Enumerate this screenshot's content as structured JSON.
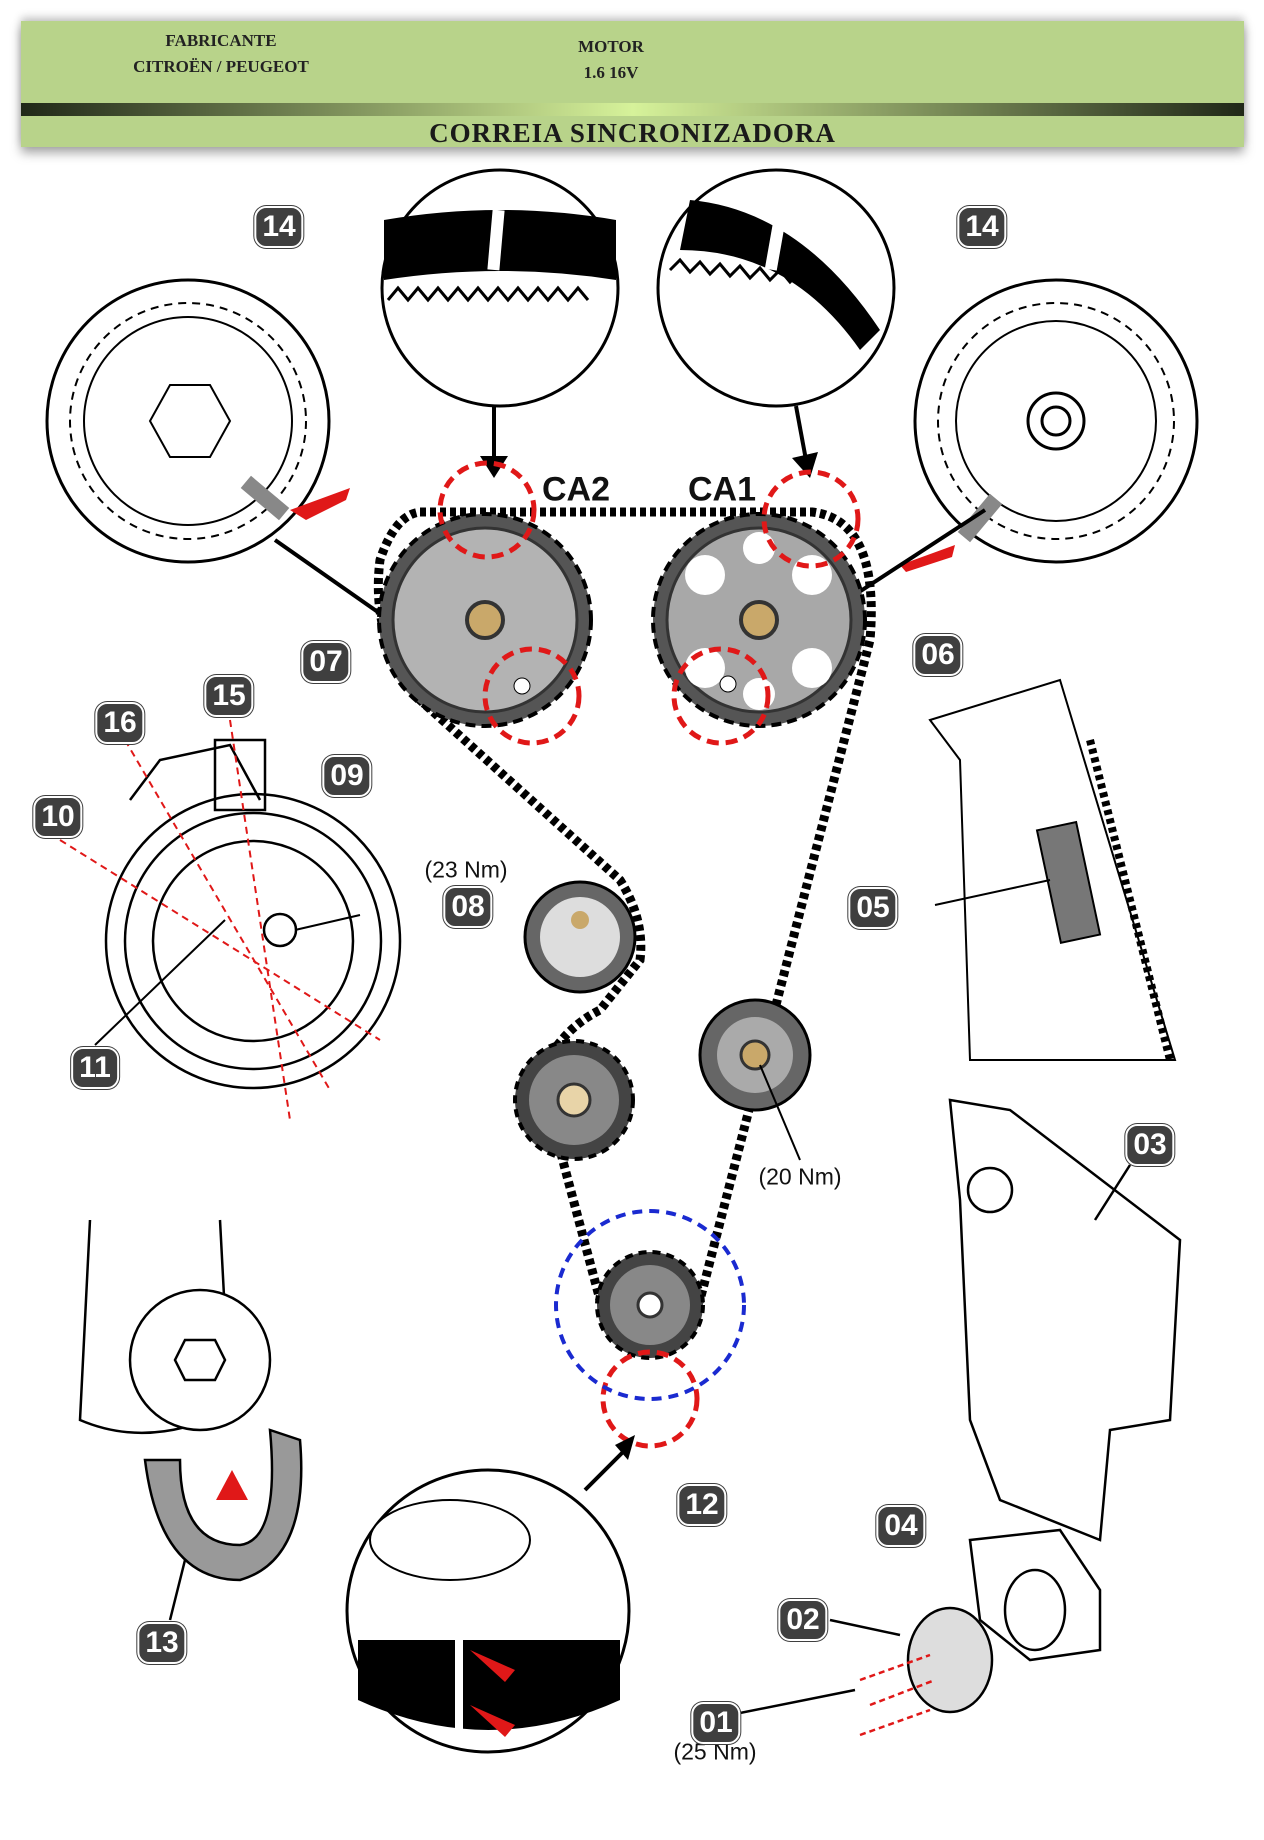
{
  "header": {
    "manufacturer_label": "FABRICANTE",
    "manufacturer": "CITROËN / PEUGEOT",
    "engine_label": "MOTOR",
    "engine": "1.6 16V",
    "title": "CORREIA SINCRONIZADORA"
  },
  "callouts": {
    "c14a": "14",
    "c14b": "14",
    "c07": "07",
    "c06": "06",
    "c16": "16",
    "c15": "15",
    "c09": "09",
    "c10": "10",
    "c08": "08",
    "c05": "05",
    "c11": "11",
    "c03": "03",
    "c12": "12",
    "c13": "13",
    "c04": "04",
    "c02": "02",
    "c01": "01"
  },
  "labels": {
    "ca2": "CA2",
    "ca1": "CA1",
    "torque_08": "(23 Nm)",
    "torque_idler": "(20 Nm)",
    "torque_01": "(25 Nm)"
  },
  "colors": {
    "header_bg": "#b8d38a",
    "mark_red": "#e01818",
    "mark_blue": "#1a2ad0",
    "badge": "#3f3f3f"
  }
}
